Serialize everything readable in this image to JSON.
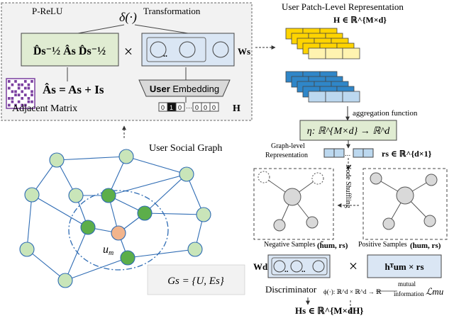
{
  "labels": {
    "prelu": "P-ReLU",
    "delta": "δ(·)",
    "transformation": "Transformation",
    "norm_adj_text": "D̂s⁻½ Âs D̂s⁻½",
    "times1": "×",
    "ws": "Ws",
    "adj_eq": "Âs = As + Is",
    "adjacent_matrix": "Adjacent Matrix",
    "user_bold": "User",
    "embedding": " Embedding",
    "onehot": "0 1 0 ··· 0 0 0",
    "h_mat": "H",
    "patch_title": "User  Patch-Level Representation",
    "h_dim": "H ∈ ℝ^{M×d}",
    "aggregation": "aggregation function",
    "eta": "η: ℝ^{M×d} → ℝ^d",
    "graph_level": "Graph-level",
    "representation": "Representation",
    "rs_dim": "rs ∈ ℝ^{d×1}",
    "social_graph": "User Social Graph",
    "um": "um",
    "gs": "Gs = {U, Es}",
    "node_shuffling": "Node Shuffling",
    "negative": "Negative Samples",
    "neg_pair": "(h̃um, rs)",
    "positive": "Positive Samples",
    "pos_pair": "(hum, rs)",
    "wd": "Wd",
    "times2": "×",
    "hT_rs": "hᵀum × rs",
    "discriminator": "Discriminator",
    "phi": "ϕ(·): ℝ^d × ℝ^d → ℝ",
    "mutual": "mutual",
    "information": "information",
    "lmu": "ℒmu",
    "hs_dim": "Hs ∈ ℝ^{M×dH}"
  },
  "colors": {
    "top_panel_bg": "#f2f2f2",
    "green_box": "#e0ecd2",
    "blue_box": "#dae6f4",
    "yellow": "#ffd400",
    "blue_patch": "#2f86c8",
    "light_blue_patch": "#bcd8ef",
    "node_green": "#5cae4a",
    "node_light_green": "#c9e5b9",
    "node_orange": "#f2b48c",
    "purple": "#7b3fa0"
  }
}
